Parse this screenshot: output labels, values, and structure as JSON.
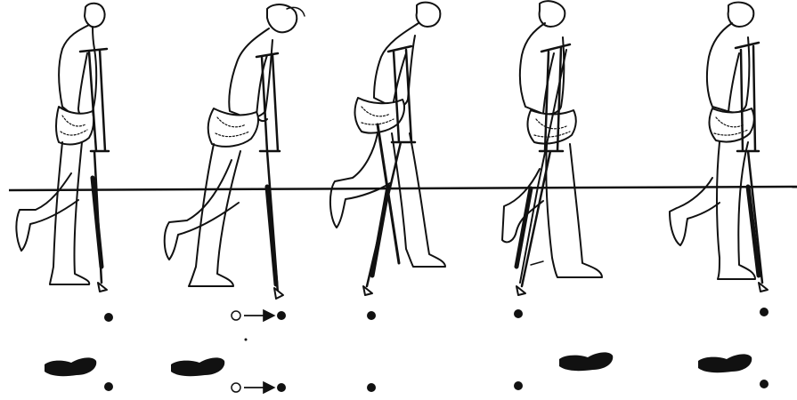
{
  "figure": {
    "subject": "crutch-gait-sequence",
    "phase_count": 5,
    "colors": {
      "ink": "#111111",
      "paper": "#ffffff",
      "shading": "#555555"
    },
    "phases": [
      {
        "id": 1,
        "upper_markers": [
          "dot"
        ],
        "lower_markers": [
          "footprint",
          "dot"
        ]
      },
      {
        "id": 2,
        "upper_markers": [
          "circle",
          "arrow",
          "dot"
        ],
        "lower_markers": [
          "footprint",
          "circle",
          "arrow",
          "dot"
        ]
      },
      {
        "id": 3,
        "upper_markers": [
          "dot"
        ],
        "lower_markers": [
          "dot"
        ]
      },
      {
        "id": 4,
        "upper_markers": [
          "dot"
        ],
        "lower_markers": [
          "footprint",
          "dot"
        ]
      },
      {
        "id": 5,
        "upper_markers": [
          "dot"
        ],
        "lower_markers": [
          "footprint",
          "dot"
        ]
      }
    ]
  }
}
